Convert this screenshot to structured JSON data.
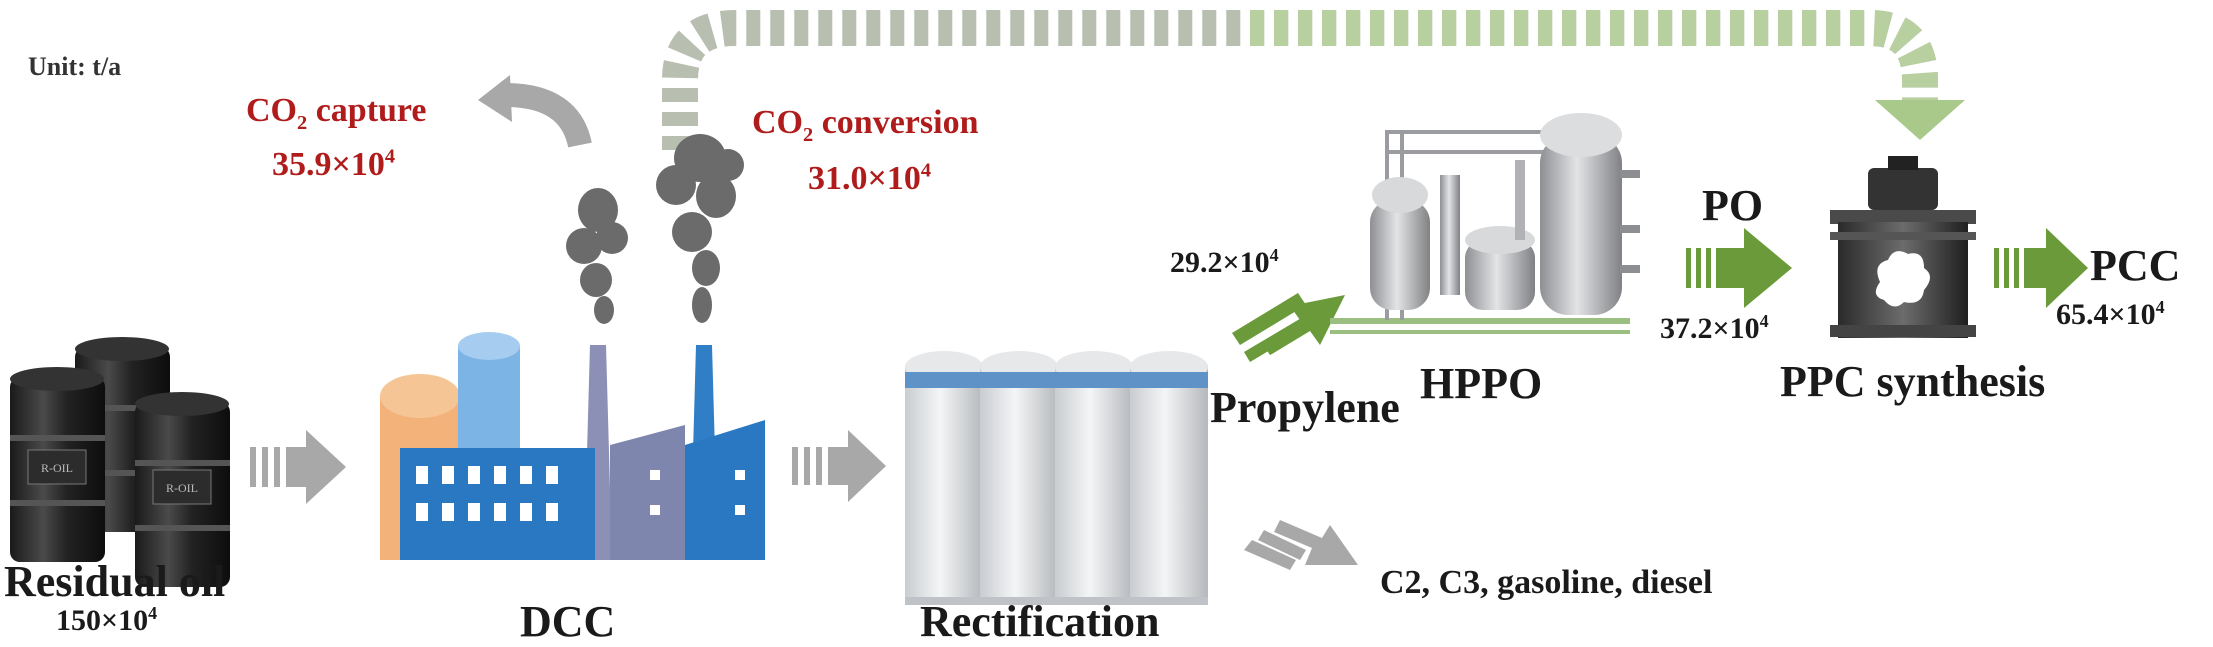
{
  "unit": {
    "label": "Unit:",
    "value": "t/a"
  },
  "co2_capture": {
    "name": "capture",
    "value": "35.9×10",
    "exp": "4"
  },
  "co2_conversion": {
    "name": "conversion",
    "value": "31.0×10",
    "exp": "4"
  },
  "co2_symbol": {
    "base": "CO",
    "sub": "2"
  },
  "residual_oil": {
    "label": "Residual oil",
    "value": "150×10",
    "exp": "4",
    "barrel_text": "R-OIL"
  },
  "dcc": {
    "label": "DCC"
  },
  "rectification": {
    "label": "Rectification"
  },
  "propylene": {
    "label": "Propylene",
    "value": "29.2×10",
    "exp": "4"
  },
  "hppo": {
    "label": "HPPO"
  },
  "po": {
    "label": "PO",
    "value": "37.2×10",
    "exp": "4"
  },
  "ppc": {
    "label": "PPC synthesis"
  },
  "pcc": {
    "label": "PCC",
    "value": "65.4×10",
    "exp": "4"
  },
  "byproducts": {
    "label": "C2, C3, gasoline, diesel"
  },
  "colors": {
    "co2_text": "#b01c1c",
    "green_arrow": "#6a9a3a",
    "gray_arrow": "#9a9a9a",
    "factory_blue": "#2a78c2"
  }
}
